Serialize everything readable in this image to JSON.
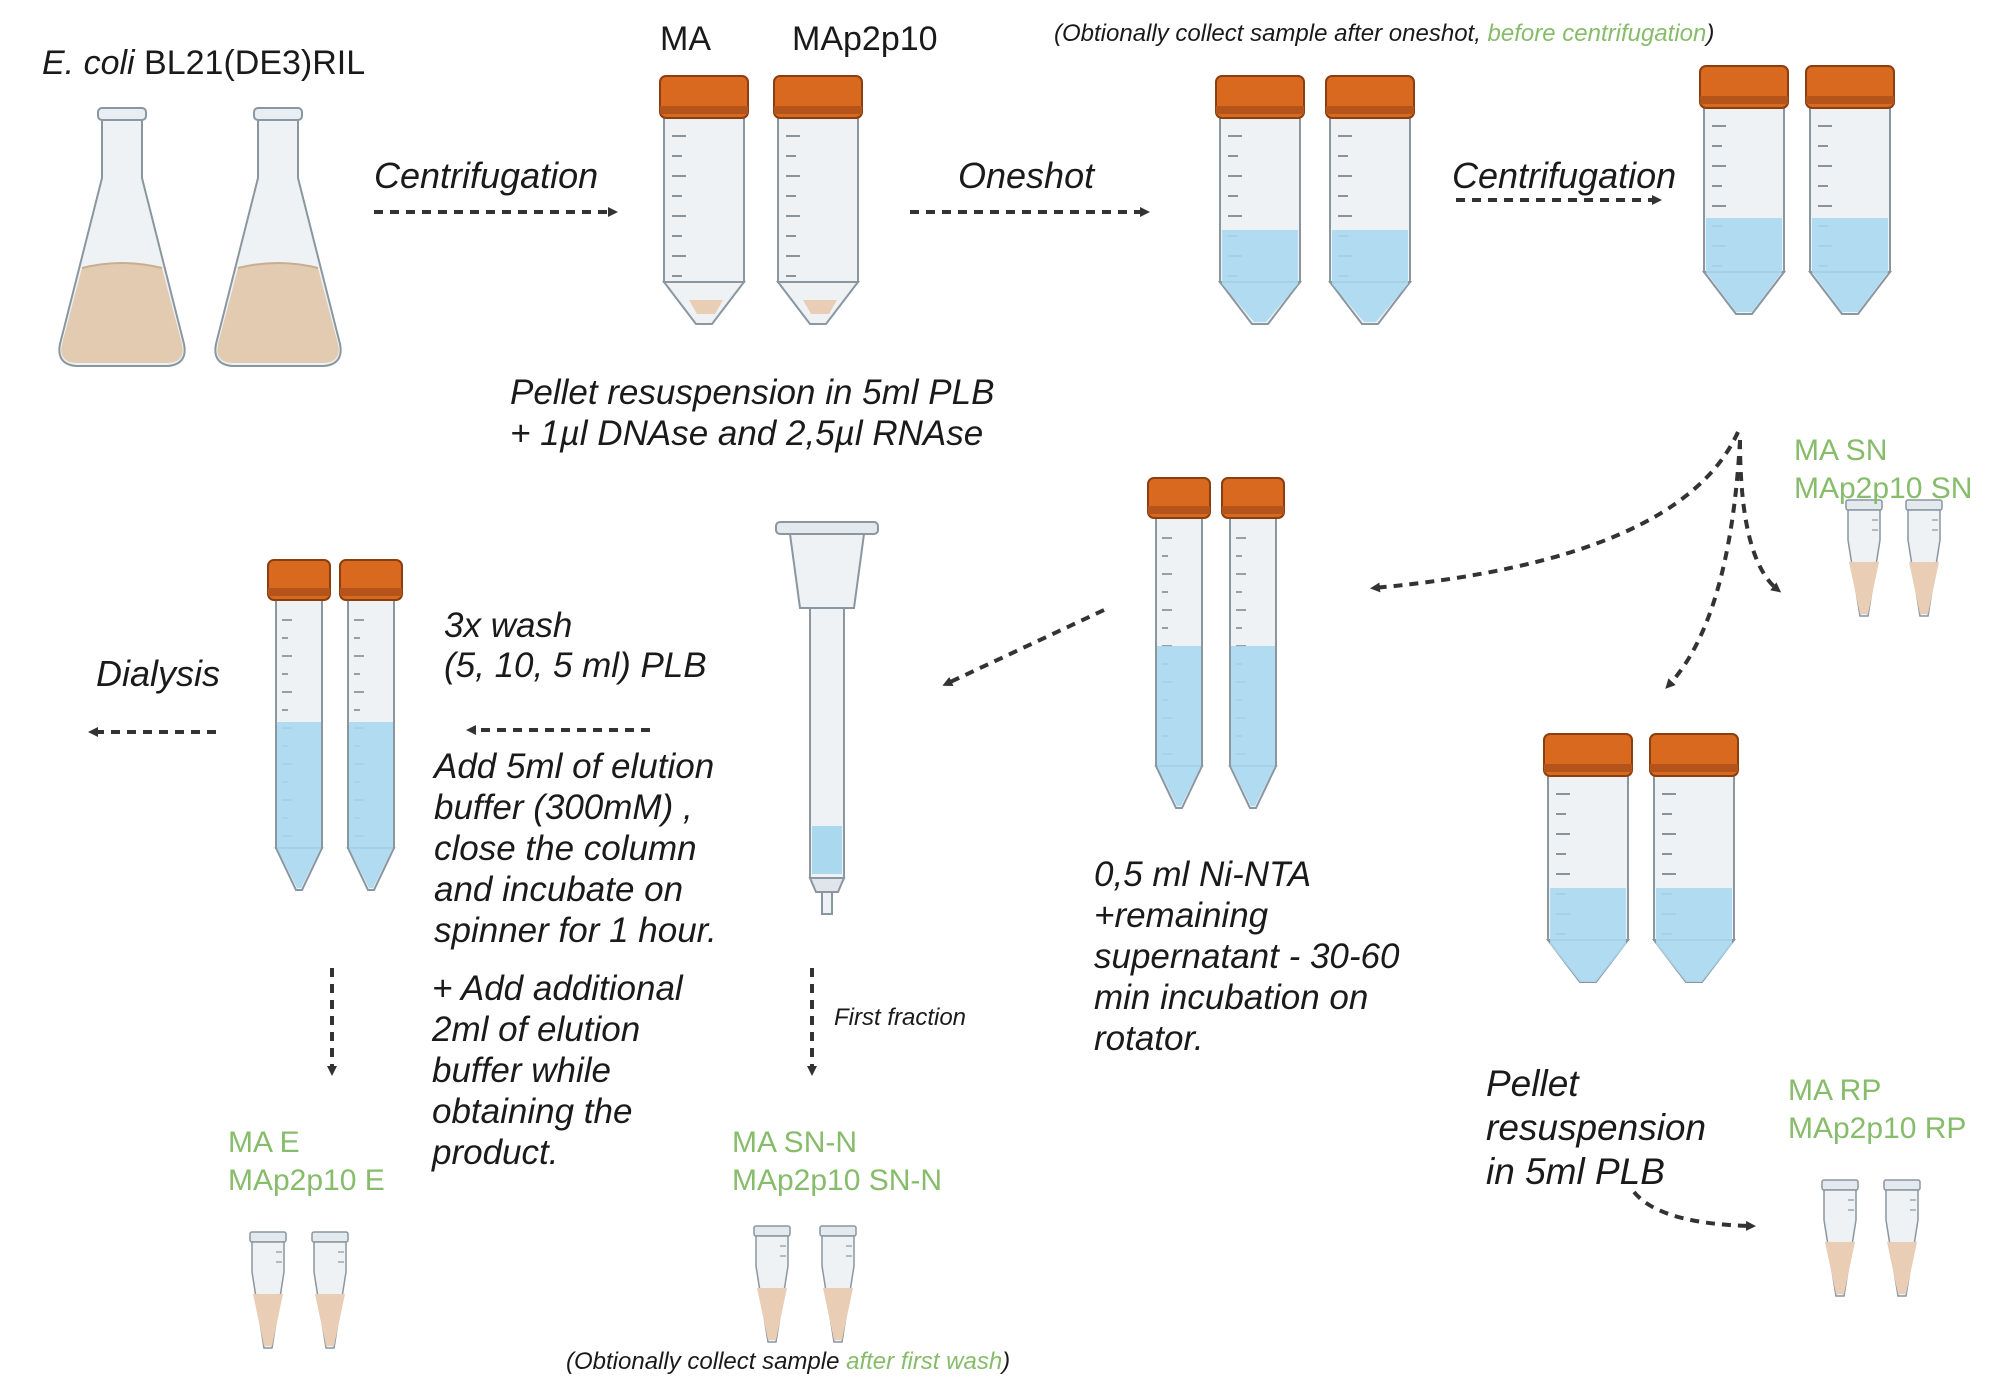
{
  "title": {
    "species": "E. coli",
    "strain": "BL21(DE3)RIL"
  },
  "tube_labels": {
    "ma": "MA",
    "map2p10": "MAp2p10"
  },
  "steps": {
    "centrifugation_1": "Centrifugation",
    "oneshot": "Oneshot",
    "centrifugation_2": "Centrifugation",
    "dialysis": "Dialysis",
    "first_fraction": "First fraction"
  },
  "notes": {
    "resuspension": [
      "Pellet resuspension in 5ml PLB",
      "+ 1µl DNAse and 2,5µl RNAse"
    ],
    "optional_top": {
      "pre": "(Obtionally collect sample after oneshot, ",
      "green": "before centrifugation",
      "post": ")"
    },
    "optional_bottom": {
      "pre": "(Obtionally collect sample ",
      "green": "after first wash",
      "post": ")"
    },
    "wash": [
      "3x wash",
      "(5, 10, 5 ml) PLB"
    ],
    "elution": [
      "Add 5ml of elution",
      "buffer (300mM) ,",
      "close the column",
      "and incubate on",
      "spinner for 1 hour."
    ],
    "additional": [
      "+ Add additional",
      "2ml of  elution",
      "buffer while",
      "obtaining the",
      "product."
    ],
    "nta": [
      "0,5 ml Ni-NTA",
      "+remaining",
      "supernatant - 30-60",
      "min incubation on",
      "rotator."
    ],
    "pellet": [
      "Pellet",
      "resuspension",
      "in 5ml PLB"
    ]
  },
  "samples": {
    "sn": [
      "MA SN",
      "MAp2p10 SN"
    ],
    "rp": [
      "MA RP",
      "MAp2p10 RP"
    ],
    "e": [
      "MA E",
      "MAp2p10 E"
    ],
    "snn": [
      "MA SN-N",
      "MAp2p10 SN-N"
    ]
  },
  "colors": {
    "cap": "#d9691f",
    "liquid": "#a9d8ef",
    "pellet": "#e9cdb5",
    "flask_liquid": "#e3cbb1",
    "sample_green": "#86bc6a",
    "arrow": "#333333"
  },
  "icons": [
    "erlenmeyer-flask-icon",
    "falcon-tube-icon",
    "centrifuge-tube-icon",
    "microtube-icon",
    "column-icon"
  ]
}
